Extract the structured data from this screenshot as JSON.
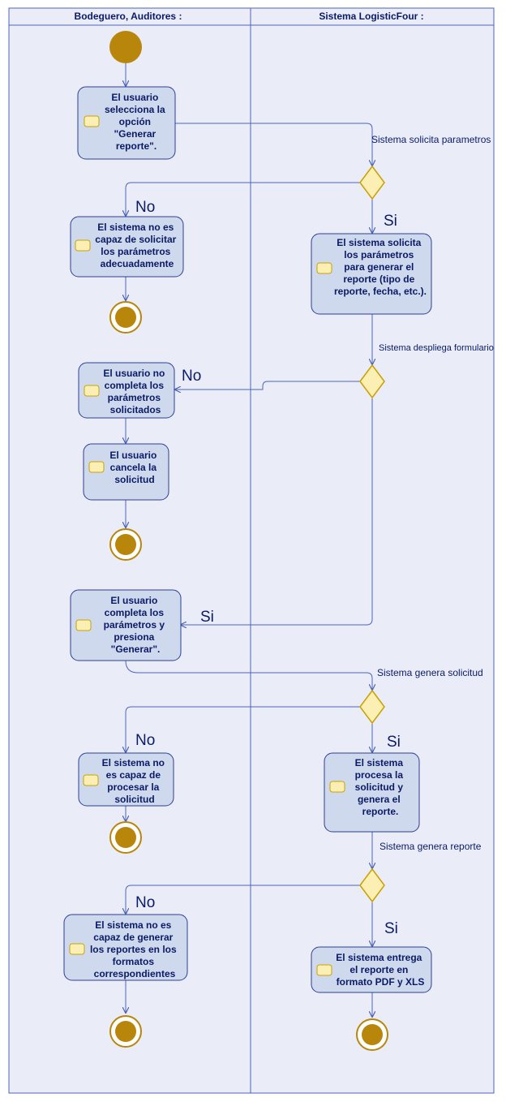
{
  "lanes": {
    "left": "Bodeguero, Auditores :",
    "right": "Sistema LogisticFour :"
  },
  "activities": {
    "a1": [
      "El usuario",
      "selecciona la",
      "opción",
      "\"Generar",
      "reporte\"."
    ],
    "a2": [
      "El sistema no es",
      "capaz de solicitar",
      "los parámetros",
      "adecuadamente"
    ],
    "a3": [
      "El sistema solicita",
      "los parámetros",
      "para generar el",
      "reporte (tipo de",
      "reporte, fecha, etc.)."
    ],
    "a4": [
      "El usuario no",
      "completa los",
      "parámetros",
      "solicitados"
    ],
    "a5": [
      "El usuario",
      "cancela la",
      "solicitud"
    ],
    "a6": [
      "El usuario",
      "completa los",
      "parámetros y",
      "presiona",
      "\"Generar\"."
    ],
    "a7": [
      "El sistema no",
      "es capaz de",
      "procesar la",
      "solicitud"
    ],
    "a8": [
      "El sistema",
      "procesa la",
      "solicitud y",
      "genera el",
      "reporte."
    ],
    "a9": [
      "El sistema no es",
      "capaz de generar",
      "los reportes en los",
      "formatos",
      "correspondientes"
    ],
    "a10": [
      "El sistema entrega",
      "el reporte en",
      "formato PDF y XLS"
    ]
  },
  "flows": {
    "f1": "Sistema solicita parametros",
    "f2": "Sistema despliega formulario",
    "f3": "Sistema genera solicitud",
    "f4": "Sistema genera reporte"
  },
  "guards": {
    "no1": "No",
    "si1": "Si",
    "no2": "No",
    "si2": "Si",
    "no3": "No",
    "si3": "Si",
    "no4": "No",
    "si4": "Si"
  },
  "colors": {
    "lane_bg": "#eaedf8",
    "lane_border": "#4d63b8",
    "activity_fill": "#cfd9ee",
    "decision_fill": "#fbefb4",
    "node_fill": "#b8860b",
    "text": "#0a1a66"
  }
}
